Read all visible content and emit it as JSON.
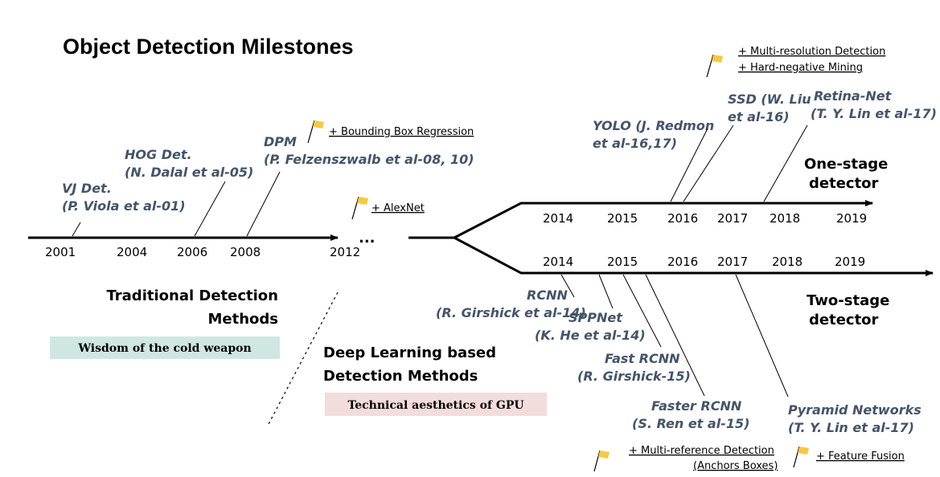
{
  "title": "Object Detection Milestones",
  "colors": {
    "detector_text": "#44546a",
    "flag": "#f7c843",
    "banner_traditional": "#cfe7e0",
    "banner_deep": "#f3dcdc",
    "line": "#000000"
  },
  "early_years": [
    "2001",
    "2004",
    "2006",
    "2008",
    "2012"
  ],
  "ellipsis": "...",
  "one_stage": {
    "label_line1": "One-stage",
    "label_line2": "detector",
    "years": [
      "2014",
      "2015",
      "2016",
      "2017",
      "2018",
      "2019"
    ]
  },
  "two_stage": {
    "label_line1": "Two-stage",
    "label_line2": "detector",
    "years": [
      "2014",
      "2015",
      "2016",
      "2017",
      "2018",
      "2019"
    ]
  },
  "detectors": {
    "vj": [
      "VJ Det.",
      "(P. Viola et al-01)"
    ],
    "hog": [
      "HOG Det.",
      "(N. Dalal et al-05)"
    ],
    "dpm": [
      "DPM",
      "(P. Felzenszwalb et al-08, 10)"
    ],
    "yolo": [
      "YOLO (J. Redmon",
      "et al-16,17)"
    ],
    "ssd": [
      "SSD (W. Liu",
      "et al-16)"
    ],
    "retina": [
      "Retina-Net",
      "(T. Y. Lin et al-17)"
    ],
    "rcnn": [
      "RCNN",
      "(R. Girshick et al-14)"
    ],
    "sppnet": [
      "SPPNet",
      "(K. He et al-14)"
    ],
    "fast_rcnn": [
      "Fast RCNN",
      "(R. Girshick-15)"
    ],
    "faster_rcnn": [
      "Faster RCNN",
      "(S. Ren et al-15)"
    ],
    "fpn": [
      "Pyramid Networks",
      "(T. Y. Lin et al-17)"
    ]
  },
  "notes": {
    "bbox": "+ Bounding Box Regression",
    "alexnet": "+ AlexNet",
    "multires": "+ Multi-resolution Detection",
    "hardneg": "+ Hard-negative Mining",
    "multiref": "+ Multi-reference Detection",
    "anchors": "(Anchors Boxes)",
    "fusion": "+ Feature Fusion"
  },
  "sections": {
    "traditional_line1": "Traditional Detection",
    "traditional_line2": "Methods",
    "traditional_banner": "Wisdom of the cold weapon",
    "deep_line1": "Deep Learning based",
    "deep_line2": "Detection Methods",
    "deep_banner": "Technical aesthetics of GPU"
  }
}
